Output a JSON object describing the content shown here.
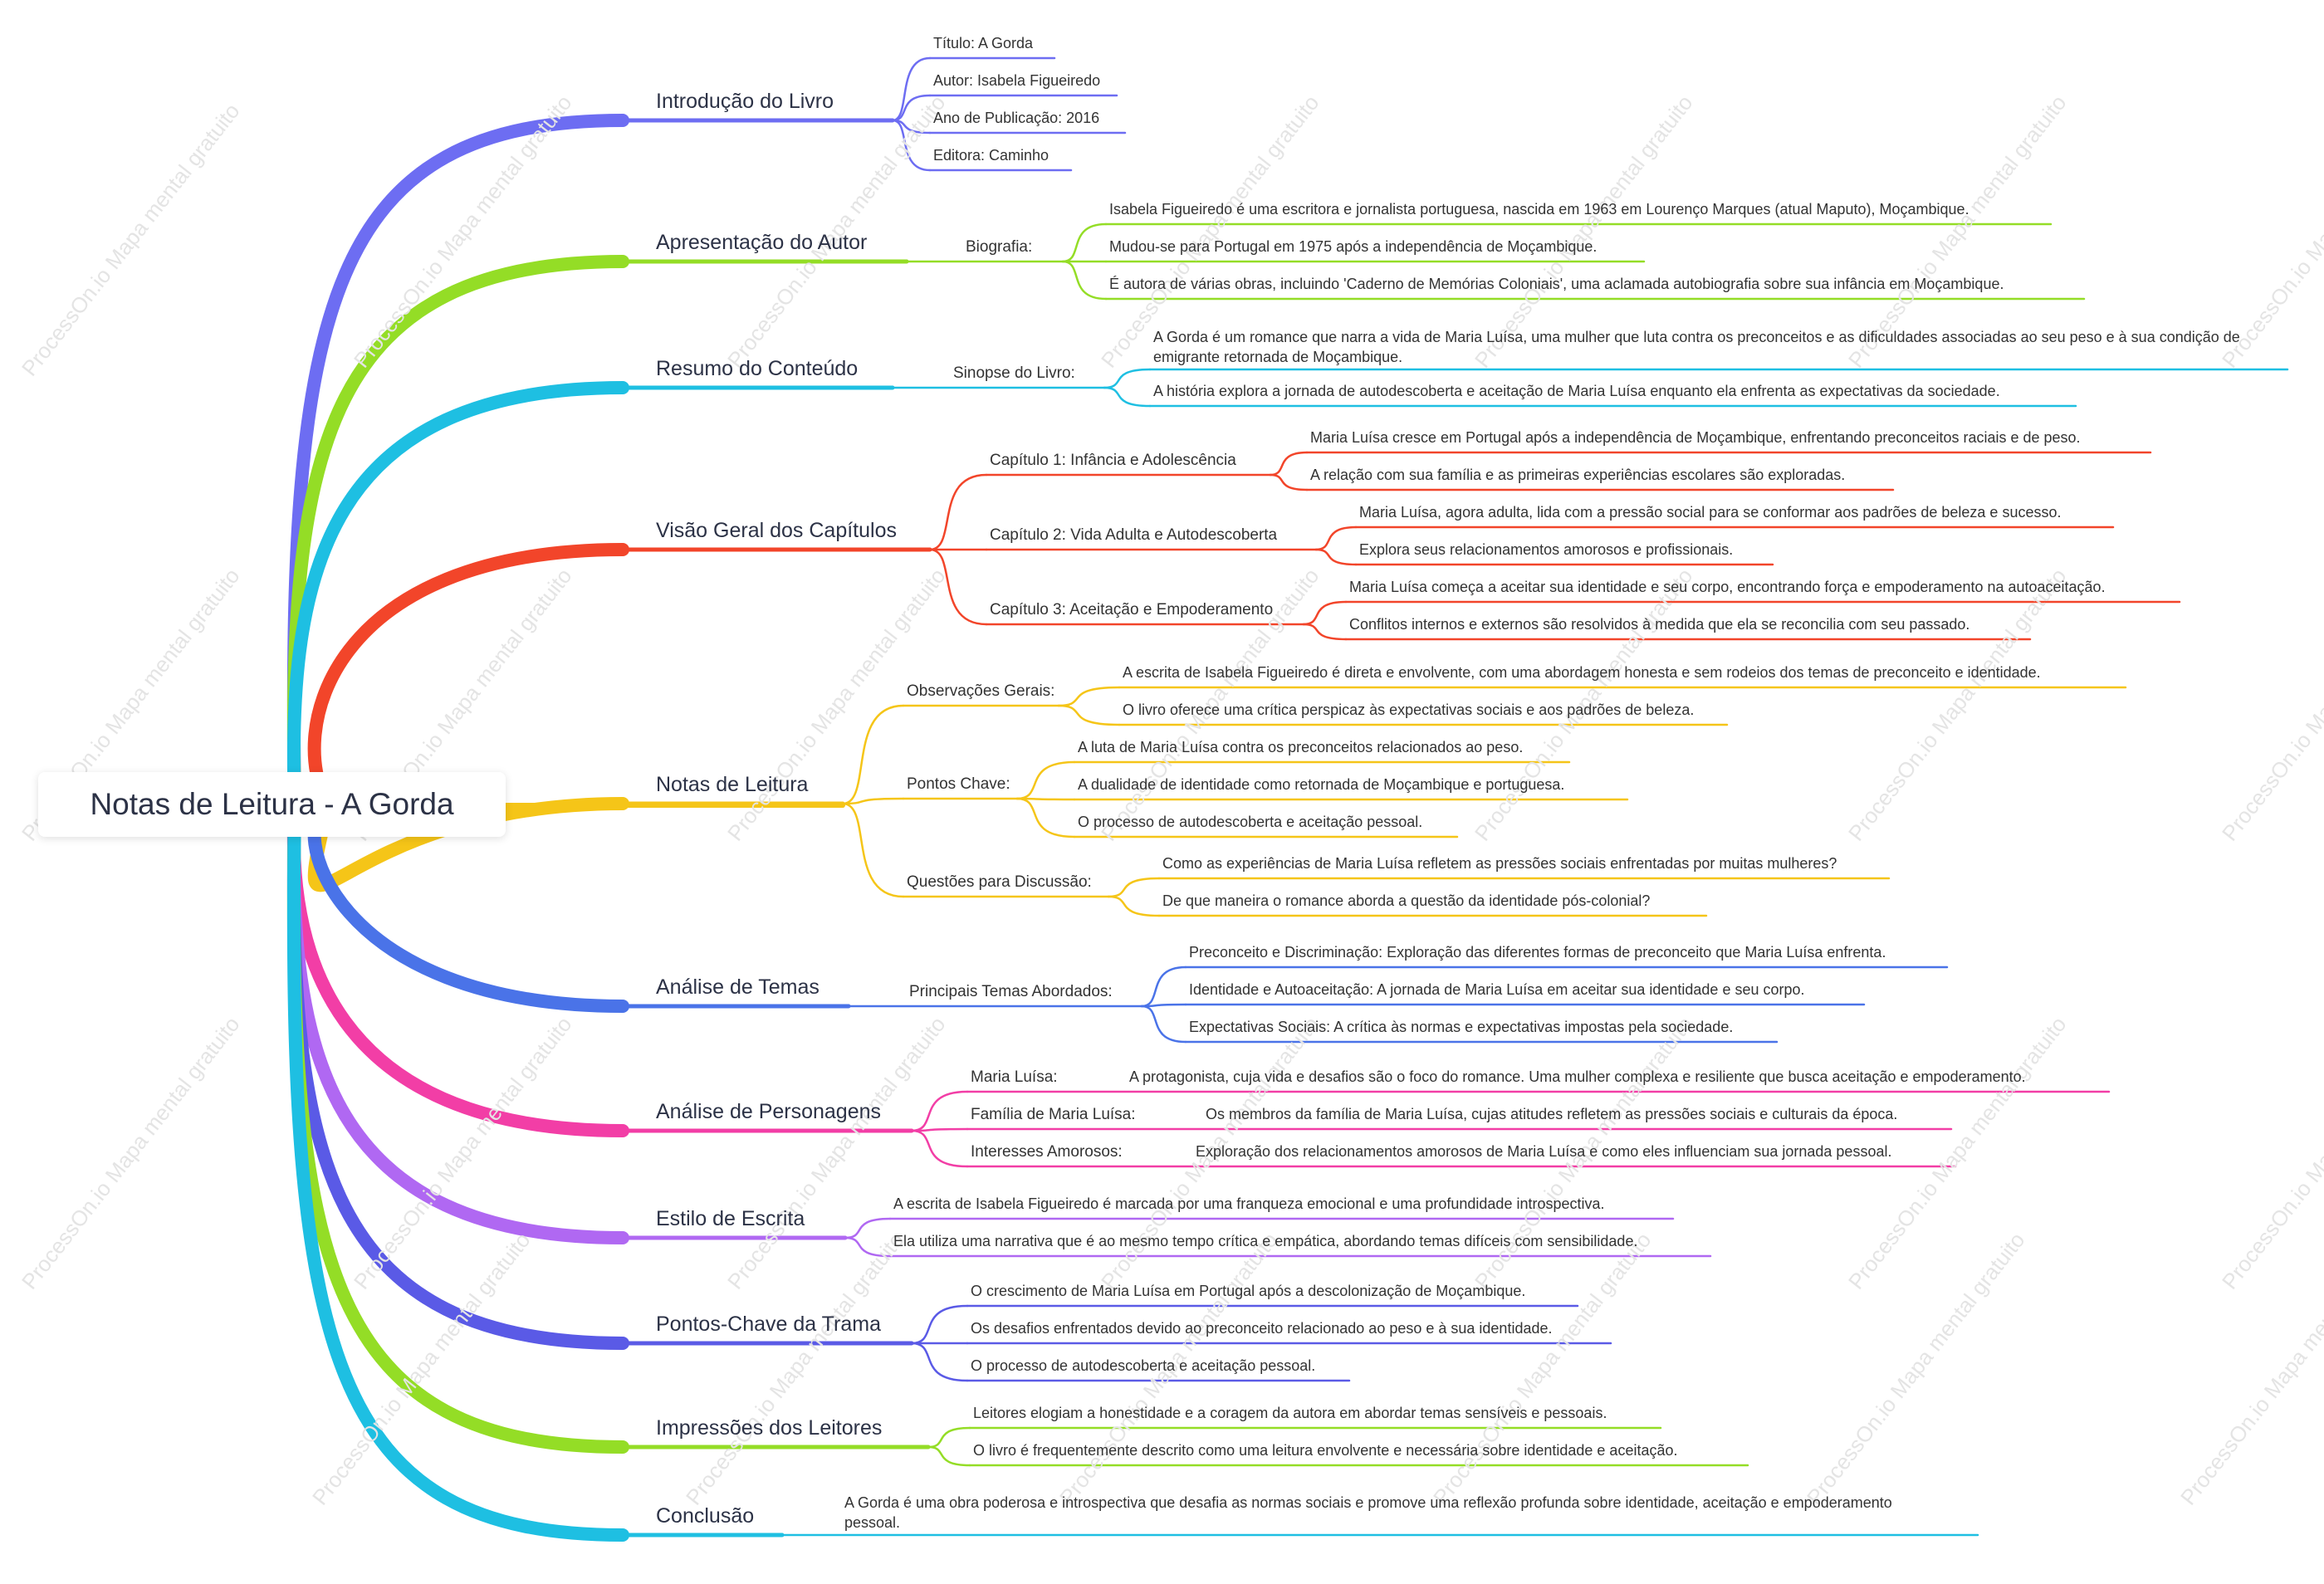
{
  "root": "Notas de Leitura - A Gorda",
  "watermark": "ProcessOn.io Mapa mental gratuito",
  "branches": [
    {
      "label": "Introdução do Livro",
      "color": "#6d6df2",
      "leaves": [
        "Título: A Gorda",
        "Autor: Isabela Figueiredo",
        "Ano de Publicação: 2016",
        "Editora: Caminho"
      ]
    },
    {
      "label": "Apresentação do Autor",
      "color": "#94dd26",
      "sub": "Biografia:",
      "leaves": [
        "Isabela Figueiredo é uma escritora e jornalista portuguesa, nascida em 1963 em Lourenço Marques (atual Maputo), Moçambique.",
        "Mudou-se para Portugal em 1975 após a independência de Moçambique.",
        "É autora de várias obras, incluindo 'Caderno de Memórias Coloniais', uma aclamada autobiografia sobre sua infância em Moçambique."
      ]
    },
    {
      "label": "Resumo do Conteúdo",
      "color": "#1ebfe2",
      "sub": "Sinopse do Livro:",
      "leaves": [
        "A Gorda é um romance que narra a vida de Maria Luísa, uma mulher que luta contra os preconceitos e as dificuldades associadas ao seu peso e à sua condição de emigrante retornada de Moçambique.",
        "A história explora a jornada de autodescoberta e aceitação de Maria Luísa enquanto ela enfrenta as expectativas da sociedade."
      ]
    },
    {
      "label": "Visão Geral dos Capítulos",
      "color": "#f2452a",
      "chapters": [
        {
          "label": "Capítulo 1: Infância e Adolescência",
          "leaves": [
            "Maria Luísa cresce em Portugal após a independência de Moçambique, enfrentando preconceitos raciais e de peso.",
            "A relação com sua família e as primeiras experiências escolares são exploradas."
          ]
        },
        {
          "label": "Capítulo 2: Vida Adulta e Autodescoberta",
          "leaves": [
            "Maria Luísa, agora adulta, lida com a pressão social para se conformar aos padrões de beleza e sucesso.",
            "Explora seus relacionamentos amorosos e profissionais."
          ]
        },
        {
          "label": "Capítulo 3: Aceitação e Empoderamento",
          "leaves": [
            "Maria Luísa começa a aceitar sua identidade e seu corpo, encontrando força e empoderamento na autoaceitação.",
            "Conflitos internos e externos são resolvidos à medida que ela se reconcilia com seu passado."
          ]
        }
      ]
    },
    {
      "label": "Notas de Leitura",
      "color": "#f5c518",
      "groups": [
        {
          "label": "Observações Gerais:",
          "leaves": [
            "A escrita de Isabela Figueiredo é direta e envolvente, com uma abordagem honesta e sem rodeios dos temas de preconceito e identidade.",
            "O livro oferece uma crítica perspicaz às expectativas sociais e aos padrões de beleza."
          ]
        },
        {
          "label": "Pontos Chave:",
          "leaves": [
            "A luta de Maria Luísa contra os preconceitos relacionados ao peso.",
            "A dualidade de identidade como retornada de Moçambique e portuguesa.",
            "O processo de autodescoberta e aceitação pessoal."
          ]
        },
        {
          "label": "Questões para Discussão:",
          "leaves": [
            "Como as experiências de Maria Luísa refletem as pressões sociais enfrentadas por muitas mulheres?",
            "De que maneira o romance aborda a questão da identidade pós-colonial?"
          ]
        }
      ]
    },
    {
      "label": "Análise de Temas",
      "color": "#4a73e8",
      "sub": "Principais Temas Abordados:",
      "leaves": [
        "Preconceito e Discriminação: Exploração das diferentes formas de preconceito que Maria Luísa enfrenta.",
        "Identidade e Autoaceitação: A jornada de Maria Luísa em aceitar sua identidade e seu corpo.",
        "Expectativas Sociais: A crítica às normas e expectativas impostas pela sociedade."
      ]
    },
    {
      "label": "Análise de Personagens",
      "color": "#f23ea6",
      "characters": [
        {
          "name": "Maria Luísa:",
          "desc": "A protagonista, cuja vida e desafios são o foco do romance. Uma mulher complexa e resiliente que busca aceitação e empoderamento."
        },
        {
          "name": "Família de Maria Luísa:",
          "desc": "Os membros da família de Maria Luísa, cujas atitudes refletem as pressões sociais e culturais da época."
        },
        {
          "name": "Interesses Amorosos:",
          "desc": "Exploração dos relacionamentos amorosos de Maria Luísa e como eles influenciam sua jornada pessoal."
        }
      ]
    },
    {
      "label": "Estilo de Escrita",
      "color": "#b068f2",
      "leaves": [
        "A escrita de Isabela Figueiredo é marcada por uma franqueza emocional e uma profundidade introspectiva.",
        "Ela utiliza uma narrativa que é ao mesmo tempo crítica e empática, abordando temas difíceis com sensibilidade."
      ]
    },
    {
      "label": "Pontos-Chave da Trama",
      "color": "#5a5ae6",
      "leaves": [
        "O crescimento de Maria Luísa em Portugal após a descolonização de Moçambique.",
        "Os desafios enfrentados devido ao preconceito relacionado ao peso e à sua identidade.",
        "O processo de autodescoberta e aceitação pessoal."
      ]
    },
    {
      "label": "Impressões dos Leitores",
      "color": "#94dd26",
      "leaves": [
        "Leitores elogiam a honestidade e a coragem da autora em abordar temas sensíveis e pessoais.",
        "O livro é frequentemente descrito como uma leitura envolvente e necessária sobre identidade e aceitação."
      ]
    },
    {
      "label": "Conclusão",
      "color": "#1ebfe2",
      "leaves": [
        "A Gorda é uma obra poderosa e introspectiva que desafia as normas sociais e promove uma reflexão profunda sobre identidade, aceitação e empoderamento pessoal."
      ]
    }
  ]
}
